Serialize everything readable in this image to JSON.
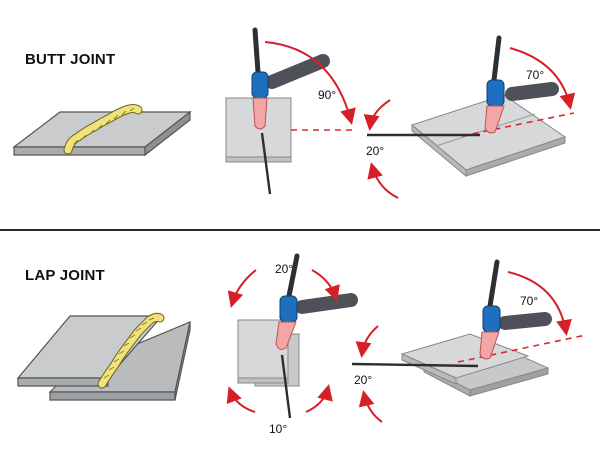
{
  "sections": [
    {
      "title": "BUTT JOINT",
      "angles": {
        "side_view": "90°",
        "front_work": "70°",
        "front_travel": "20°"
      }
    },
    {
      "title": "LAP JOINT",
      "angles": {
        "side_work_top": "20°",
        "side_work_bottom": "10°",
        "front_work": "70°",
        "front_travel": "20°"
      }
    }
  ],
  "colors": {
    "plate": "#c9cbcd",
    "plate_edge": "#8e9194",
    "weld_bead": "#f1e27a",
    "torch_cup": "#f2a6a6",
    "torch_collar": "#1f6fc0",
    "torch_handle": "#4e5157",
    "torch_neck": "#2c2f33",
    "arrow": "#d62027",
    "guide_line": "#e0262d",
    "filler_rod": "#2d2d2d"
  },
  "icons": [
    "butt-joint-plate-icon",
    "lap-joint-plate-icon",
    "tig-torch-icon",
    "filler-rod-icon",
    "angle-arrow-icon"
  ]
}
